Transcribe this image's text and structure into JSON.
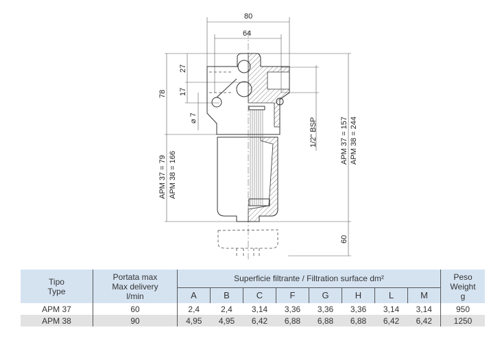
{
  "drawing": {
    "dim_80": "80",
    "dim_64": "64",
    "dim_27": "27",
    "dim_17": "17",
    "dim_78": "78",
    "dim_diam_7": "⌀ 7",
    "dim_left_apm37": "APM 37 = 79",
    "dim_left_apm38": "APM 38 = 166",
    "dim_bsp": "1/2\" BSP",
    "dim_right_apm37": "APM 37 = 157",
    "dim_right_apm38": "APM 38 = 244",
    "dim_60": "60"
  },
  "table": {
    "col_tipo": [
      "Tipo",
      "Type"
    ],
    "col_portata": [
      "Portata max",
      "Max delivery",
      "l/min"
    ],
    "col_surface": "Superficie filtrante / Filtration surface dm²",
    "col_peso": [
      "Peso",
      "Weight",
      "g"
    ],
    "sub_cols": [
      "A",
      "B",
      "C",
      "F",
      "G",
      "H",
      "L",
      "M"
    ],
    "rows": [
      {
        "type": "APM 37",
        "delivery": "60",
        "values": [
          "2,4",
          "2,4",
          "3,14",
          "3,36",
          "3,36",
          "3,36",
          "3,14",
          "3,14"
        ],
        "weight": "950"
      },
      {
        "type": "APM 38",
        "delivery": "90",
        "values": [
          "4,95",
          "4,95",
          "6,42",
          "6,88",
          "6,88",
          "6,88",
          "6,42",
          "6,42"
        ],
        "weight": "1250"
      }
    ]
  }
}
